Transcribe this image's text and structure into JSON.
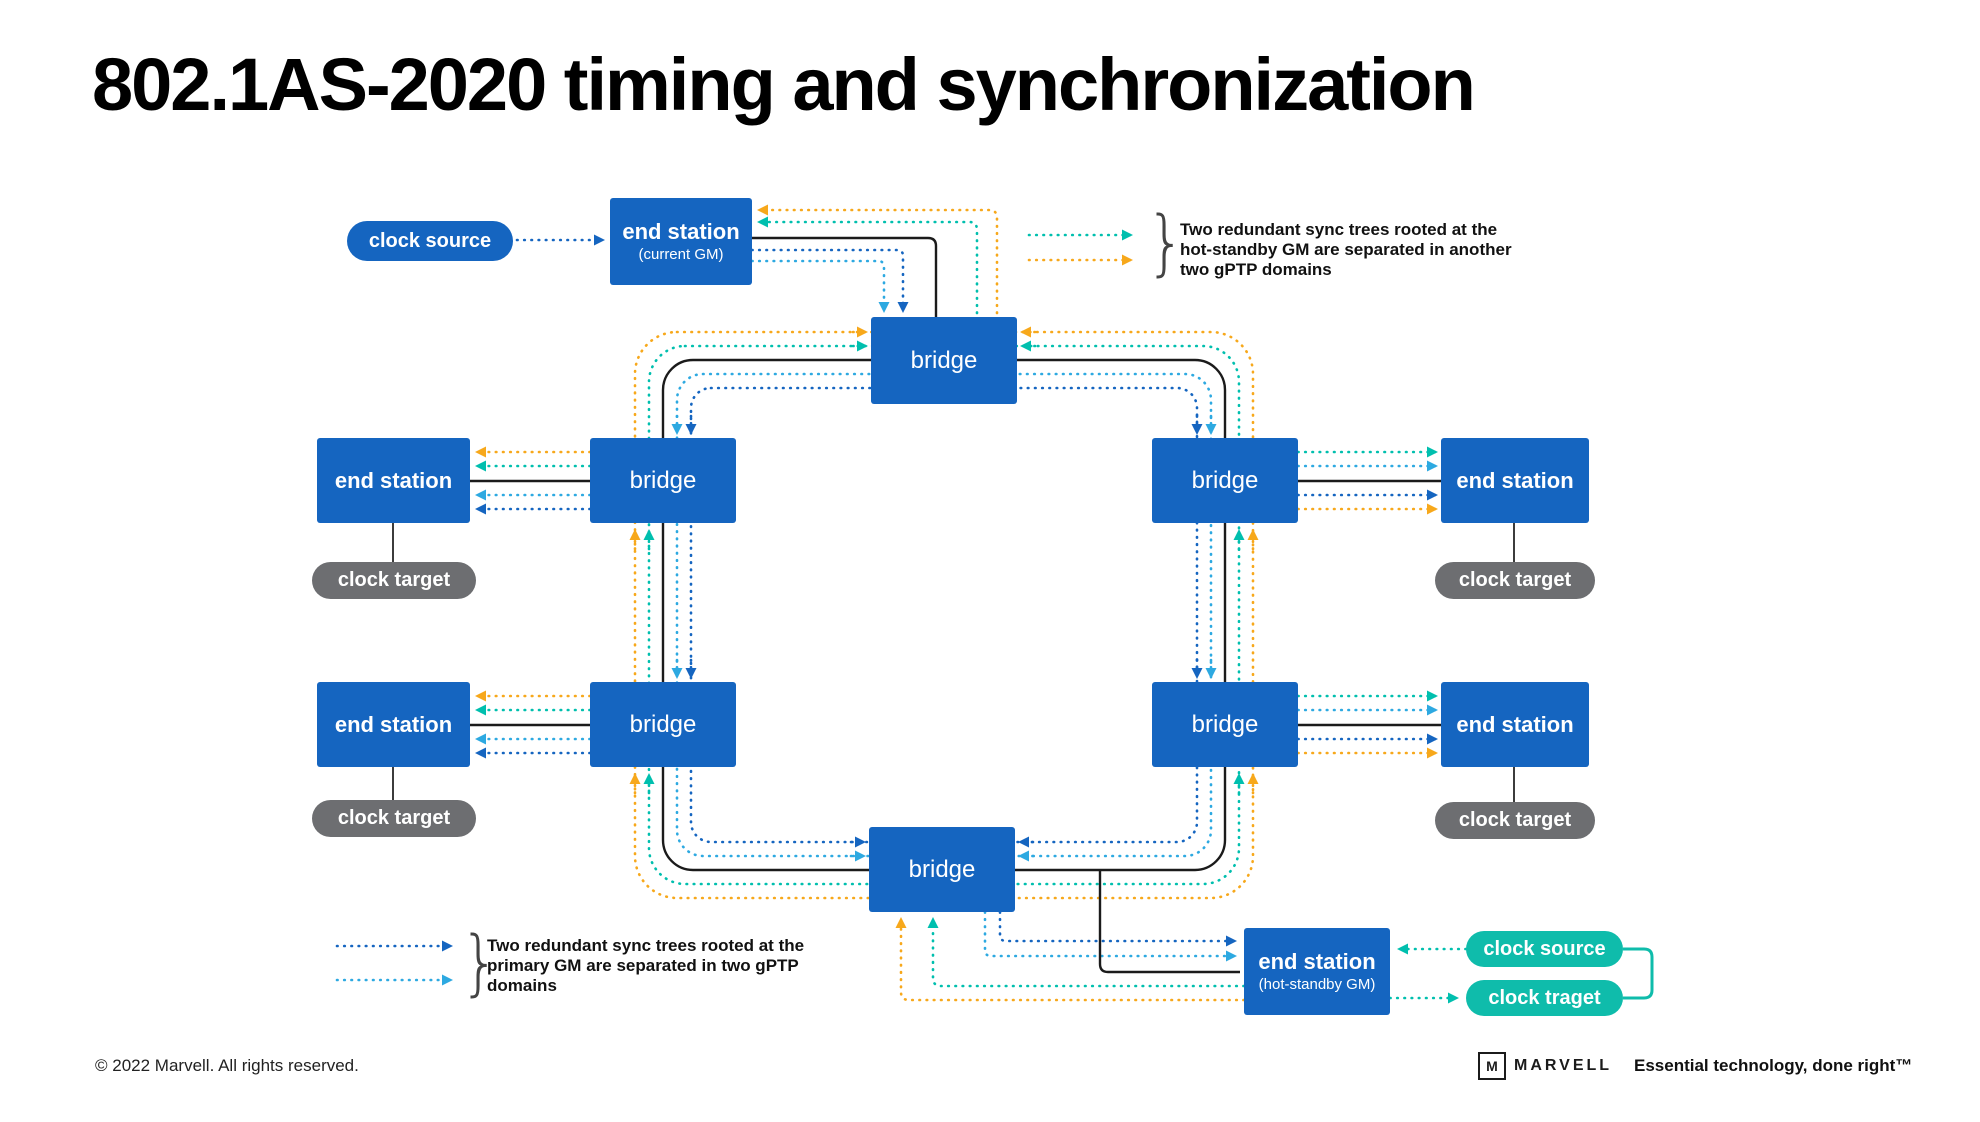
{
  "title": "802.1AS-2020 timing and synchronization",
  "colors": {
    "node_blue": "#1565c0",
    "pill_gray": "#6d6e71",
    "pill_teal": "#0fbcab",
    "line_dark_blue": "#1565c0",
    "line_light_blue": "#2da9e1",
    "line_teal": "#00bfae",
    "line_orange": "#f7a81b",
    "line_black": "#1b1b1b"
  },
  "nodes": {
    "clock_source_top": "clock source",
    "end_station_current": "end station",
    "end_station_current_sub": "(current GM)",
    "bridge_top": "bridge",
    "bridge_left_top": "bridge",
    "bridge_left_bottom": "bridge",
    "bridge_right_top": "bridge",
    "bridge_right_bottom": "bridge",
    "bridge_bottom": "bridge",
    "end_station_left_top": "end station",
    "end_station_left_bottom": "end station",
    "end_station_right_top": "end station",
    "end_station_right_bottom": "end station",
    "clock_target_left_top": "clock target",
    "clock_target_left_bottom": "clock target",
    "clock_target_right_top": "clock target",
    "clock_target_right_bottom": "clock target",
    "end_station_standby": "end station",
    "end_station_standby_sub": "(hot-standby GM)",
    "clock_source_standby": "clock source",
    "clock_target_standby": "clock traget"
  },
  "legend_top_right": {
    "lines": [
      "Two redundant sync trees rooted at the",
      "hot-standby GM are separated in another",
      "two gPTP domains"
    ]
  },
  "legend_bottom_left": {
    "lines": [
      "Two redundant sync trees rooted at the",
      "primary GM are separated in two gPTP",
      "domains"
    ]
  },
  "footer": {
    "copyright": "© 2022 Marvell. All rights reserved.",
    "brand": "MARVELL",
    "tagline": "Essential technology, done right™"
  }
}
